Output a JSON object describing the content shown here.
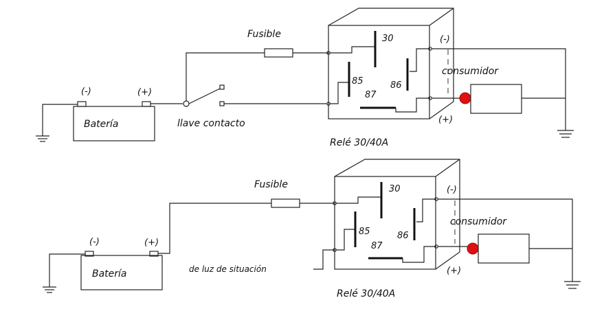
{
  "diagram_top": {
    "fuse_label": "Fusible",
    "relay_label": "Relé 30/40A",
    "pin_30": "30",
    "pin_85": "85",
    "pin_87": "87",
    "pin_86": "86",
    "relay_neg": "(-)",
    "relay_pos": "(+)",
    "consumer_label": "consumidor",
    "battery_label": "Batería",
    "battery_neg": "(-)",
    "battery_pos": "(+)",
    "switch_label": "llave contacto"
  },
  "diagram_bottom": {
    "fuse_label": "Fusible",
    "relay_label": "Relé 30/40A",
    "pin_30": "30",
    "pin_85": "85",
    "pin_87": "87",
    "pin_86": "86",
    "relay_neg": "(-)",
    "relay_pos": "(+)",
    "consumer_label": "consumidor",
    "battery_label": "Batería",
    "battery_neg": "(-)",
    "battery_pos": "(+)",
    "input_label": "de luz de situación"
  },
  "colors": {
    "lamp": "#e01010",
    "line": "#222222"
  }
}
